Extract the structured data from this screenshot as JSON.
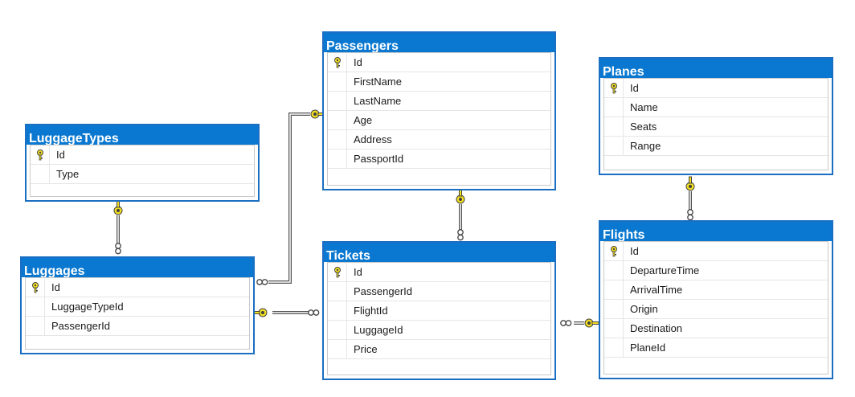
{
  "colors": {
    "title_bar": "#0a78d0",
    "border": "#1b6ec2",
    "key": "#f5e11e",
    "line": "#555555"
  },
  "tables": {
    "passengers": {
      "title": "Passengers",
      "columns": [
        "Id",
        "FirstName",
        "LastName",
        "Age",
        "Address",
        "PassportId"
      ],
      "primary_key": "Id"
    },
    "planes": {
      "title": "Planes",
      "columns": [
        "Id",
        "Name",
        "Seats",
        "Range"
      ],
      "primary_key": "Id"
    },
    "luggage_types": {
      "title": "LuggageTypes",
      "columns": [
        "Id",
        "Type"
      ],
      "primary_key": "Id"
    },
    "luggages": {
      "title": "Luggages",
      "columns": [
        "Id",
        "LuggageTypeId",
        "PassengerId"
      ],
      "primary_key": "Id"
    },
    "tickets": {
      "title": "Tickets",
      "columns": [
        "Id",
        "PassengerId",
        "FlightId",
        "LuggageId",
        "Price"
      ],
      "primary_key": "Id"
    },
    "flights": {
      "title": "Flights",
      "columns": [
        "Id",
        "DepartureTime",
        "ArrivalTime",
        "Origin",
        "Destination",
        "PlaneId"
      ],
      "primary_key": "Id"
    }
  },
  "relationships": [
    {
      "from": "luggages",
      "to": "passengers"
    },
    {
      "from": "luggages",
      "to": "luggage_types"
    },
    {
      "from": "tickets",
      "to": "passengers"
    },
    {
      "from": "tickets",
      "to": "luggages"
    },
    {
      "from": "tickets",
      "to": "flights"
    },
    {
      "from": "flights",
      "to": "planes"
    }
  ]
}
